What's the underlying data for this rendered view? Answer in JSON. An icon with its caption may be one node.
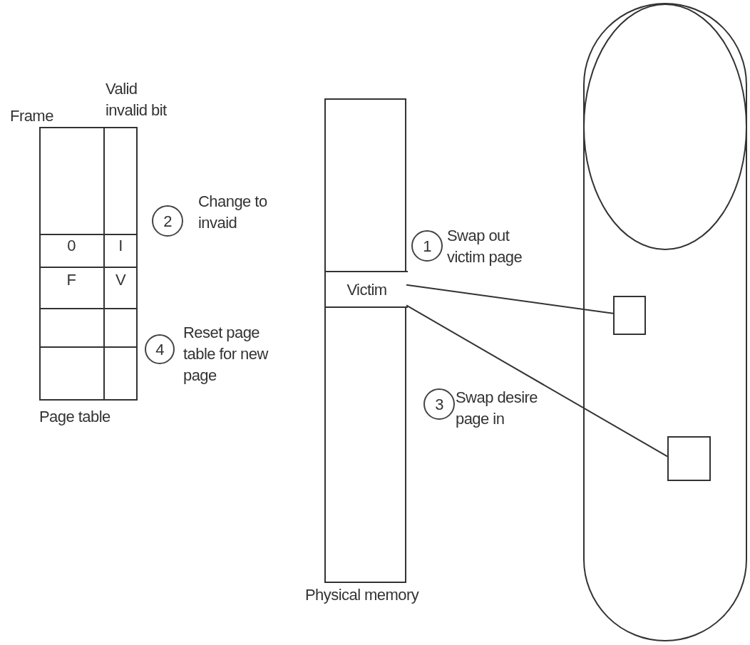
{
  "diagram": {
    "nodes": [
      {
        "text": [],
        "shape": "table",
        "beside": [
          "Page table"
        ]
      },
      {
        "text": [
          "2"
        ],
        "beside": [
          "Change to invaid"
        ]
      },
      {
        "text": [
          "4"
        ],
        "beside": [
          "Reset page table for new page"
        ]
      },
      {
        "text": [],
        "shape": "box",
        "beside": [
          "Physical memory"
        ]
      },
      {
        "text": [
          "Victim"
        ],
        "in": 3
      },
      {
        "text": [
          "1"
        ],
        "beside": [
          "Swap out victim page"
        ]
      },
      {
        "text": [
          "3"
        ],
        "beside": [
          "Swap desire page in"
        ]
      },
      {
        "text": [],
        "shape": "capsule"
      },
      {
        "text": [],
        "shape": "box",
        "in": 7
      },
      {
        "text": [],
        "shape": "box",
        "in": 7
      }
    ],
    "edges": [
      {
        "from": 4,
        "to": 8,
        "arrow": "none"
      },
      {
        "from": 4,
        "to": 9,
        "arrow": "none"
      }
    ],
    "labels": [
      "Frame",
      "Valid invalid bit",
      "0",
      "I",
      "F",
      "V"
    ]
  }
}
